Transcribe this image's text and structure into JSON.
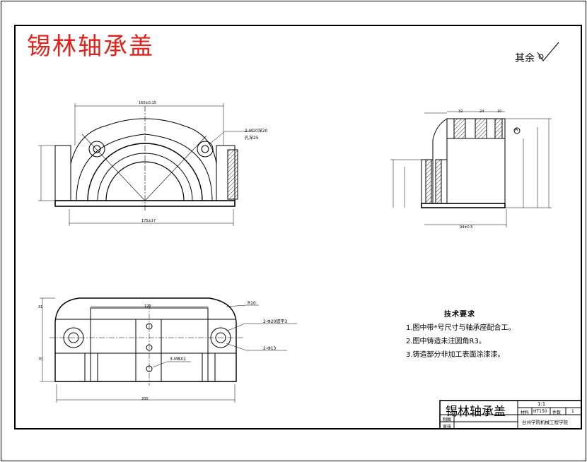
{
  "watermark": "锡林轴承盖",
  "roughness_label": "其余",
  "technical_requirements": {
    "heading": "技术要求",
    "items": [
      "1.图中带*号尺寸与轴承座配合工。",
      "2.图中铸造未注圆角R3。",
      "3.铸造部分非加工表面涂漆漆。"
    ]
  },
  "title_block": {
    "part_name": "锡林轴承盖",
    "scale": "1:1",
    "material_label": "材料",
    "material": "HT150",
    "quantity_label": "件数",
    "quantity": "1",
    "drawn_label": "制图",
    "checked_label": "审核",
    "school": "台州学院机械工程学院"
  },
  "annotations": {
    "front_holes": "2-M10深20",
    "front_holes_sub": "孔深25",
    "plan_counterbore": "2-Φ20锪平3",
    "plan_holes": "2-Φ13",
    "plan_tap": "3-M8X1",
    "radius": "R10",
    "datum": "A"
  },
  "dimensions": {
    "front_top": "160±0.15",
    "front_bottom": "175±17",
    "side_top_1": "32",
    "side_top_2": "24",
    "side_top_3": "10",
    "side_bottom": "94±0.5",
    "plan_top": "120",
    "plan_bottom": "200",
    "plan_left_top": "31",
    "plan_left": "70"
  }
}
